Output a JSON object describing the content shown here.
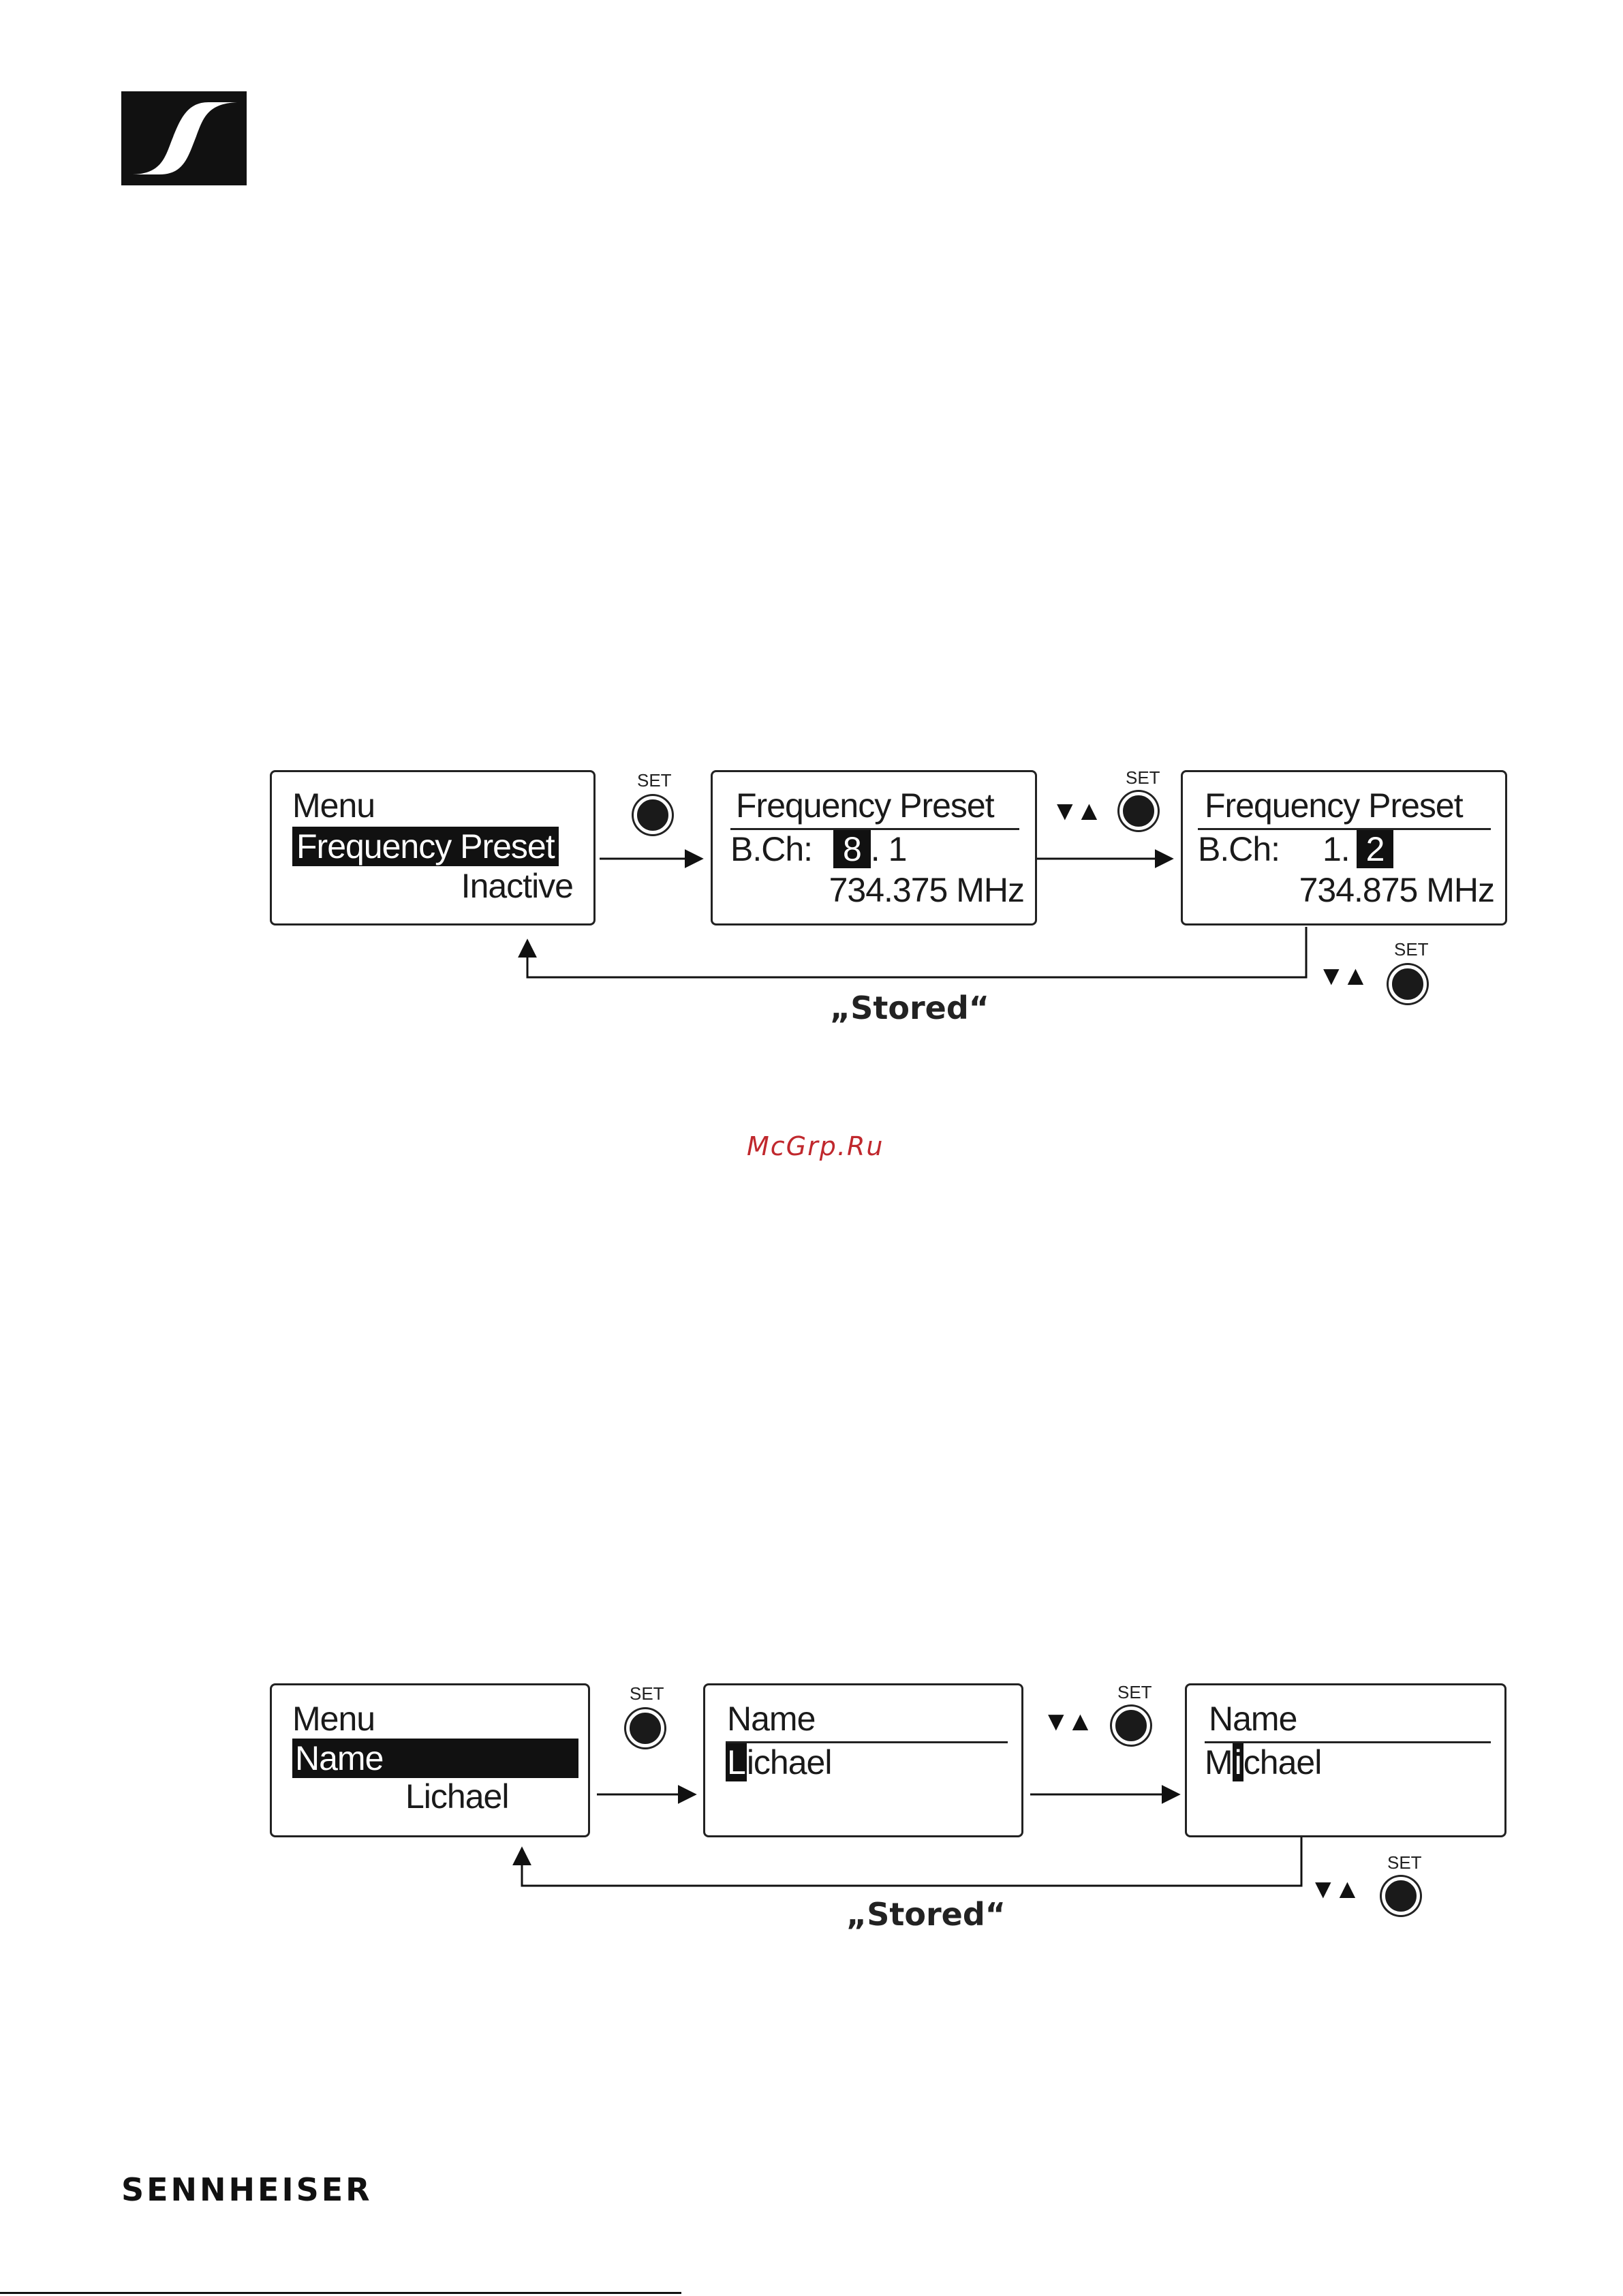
{
  "brand": {
    "wordmark": "SENNHEISER"
  },
  "watermark": "McGrp.Ru",
  "diagram1": {
    "screen1": {
      "line1": "Menu",
      "line2": "Frequency Preset",
      "line3": "Inactive"
    },
    "screen2": {
      "title": "Frequency Preset",
      "bch_label": "B.Ch:",
      "bch_sel": "8",
      "bch_rest": ". 1",
      "freq": "734.375 MHz"
    },
    "screen3": {
      "title": "Frequency Preset",
      "bch_label": "B.Ch:",
      "bch_pre": "1.",
      "bch_sel": "2",
      "freq": "734.875 MHz"
    },
    "set_label": "SET",
    "arrows": "▼▲",
    "stored": "„Stored“"
  },
  "diagram2": {
    "screen1": {
      "line1": "Menu",
      "line2": "Name",
      "line3": "Lichael"
    },
    "screen2": {
      "title": "Name",
      "sel": "L",
      "rest": "ichael"
    },
    "screen3": {
      "title": "Name",
      "pre": "M",
      "sel": "i",
      "rest": "chael"
    },
    "set_label": "SET",
    "arrows": "▼▲",
    "stored": "„Stored“"
  },
  "colors": {
    "watermark": "#c0282d",
    "ink": "#111111"
  }
}
